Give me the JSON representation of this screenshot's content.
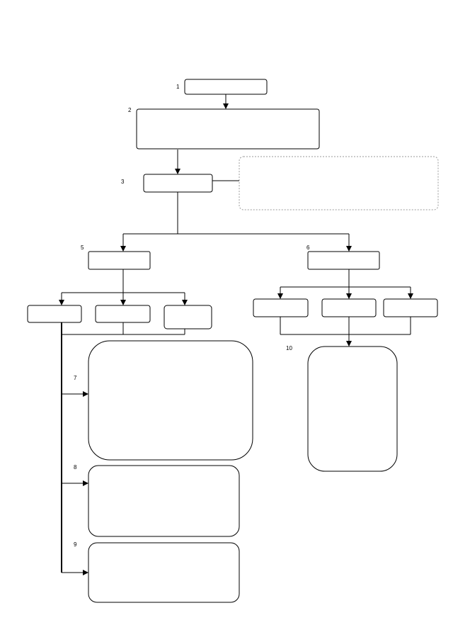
{
  "diagram": {
    "labels": {
      "n1": "1",
      "n2": "2",
      "n3": "3",
      "n5": "5",
      "n6": "6",
      "n7": "7",
      "n8": "8",
      "n9": "9",
      "n10": "10"
    },
    "colors": {
      "stroke": "#000000",
      "note_border": "#9a9a9a",
      "background": "#ffffff"
    }
  }
}
